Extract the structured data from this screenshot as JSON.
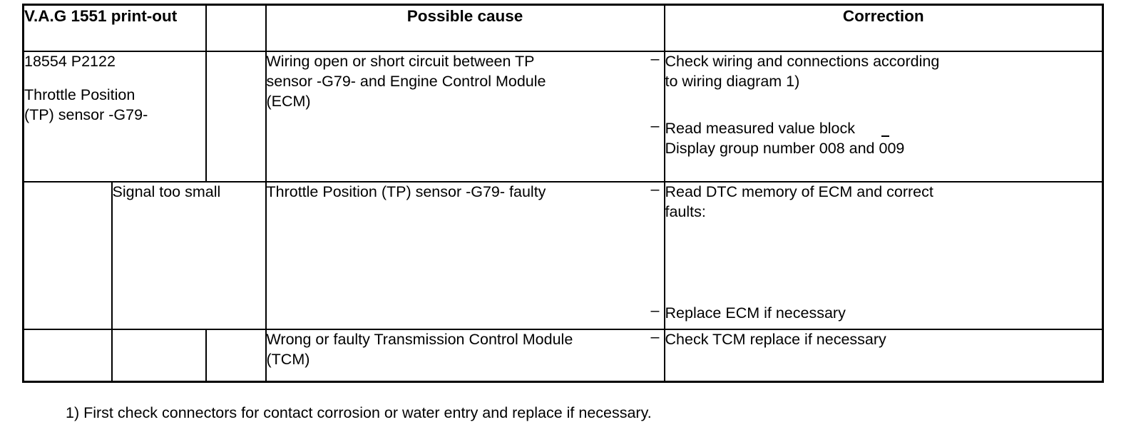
{
  "document": {
    "type": "diagnostic-trouble-code-table",
    "footnote": "1) First check connectors for contact corrosion or water entry and replace if necessary."
  },
  "table": {
    "headers": {
      "printout": "V.A.G 1551 print-out",
      "spacer": "",
      "possible_cause": "Possible cause",
      "correction": "Correction"
    },
    "rows": [
      {
        "printout_code": "18554 P2122",
        "printout_desc_line1": "Throttle Position",
        "printout_desc_line2": "(TP) sensor -G79-",
        "signal_note": "",
        "cause_line1": "Wiring open or short circuit between TP",
        "cause_line2": "sensor -G79- and Engine Control Module",
        "cause_line3": "(ECM)",
        "corrections": [
          {
            "marker": "–",
            "line1": "Check wiring and connections according",
            "line2": "to wiring diagram 1)"
          },
          {
            "marker": "–",
            "line1": "Read measured value block",
            "line2_prefix": "Display group number 008 and ",
            "line2_suffix": "009"
          }
        ]
      },
      {
        "printout_code": "",
        "signal_note": "Signal too small",
        "cause_line1": "Throttle Position (TP) sensor -G79- faulty",
        "corrections": [
          {
            "marker": "–",
            "line1": "Read DTC memory of ECM and correct",
            "line2": "faults:"
          },
          {
            "marker": "–",
            "line1": "Replace ECM if necessary"
          }
        ]
      },
      {
        "printout_code": "",
        "signal_note": "",
        "cause_line1": "Wrong or faulty Transmission Control Module",
        "cause_line2": "(TCM)",
        "corrections": [
          {
            "marker": "–",
            "line1": "Check TCM replace if necessary"
          }
        ]
      }
    ]
  }
}
